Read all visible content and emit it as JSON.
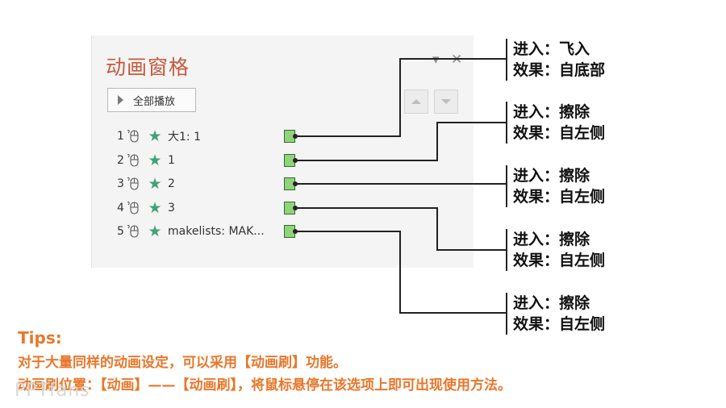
{
  "pane": {
    "title": "动画窗格",
    "dropdown_glyph": "▾",
    "close_glyph": "✕",
    "play_all_label": "全部播放",
    "items": [
      {
        "num": "1",
        "text": "大1: 1"
      },
      {
        "num": "2",
        "text": "1"
      },
      {
        "num": "3",
        "text": "2"
      },
      {
        "num": "4",
        "text": "3"
      },
      {
        "num": "5",
        "text": "makelists: MAK..."
      }
    ]
  },
  "callouts": [
    {
      "entry": "进入：飞入",
      "effect": "效果：自底部"
    },
    {
      "entry": "进入：擦除",
      "effect": "效果：自左侧"
    },
    {
      "entry": "进入：擦除",
      "effect": "效果：自左侧"
    },
    {
      "entry": "进入：擦除",
      "effect": "效果：自左侧"
    },
    {
      "entry": "进入：擦除",
      "effect": "效果：自左侧"
    }
  ],
  "tips": {
    "heading": "Tips:",
    "line1": "对于大量同样的动画设定，可以采用【动画刷】功能。",
    "line2": "动画刷位置：【动画】——【动画刷】，将鼠标悬停在该选项上即可出现使用方法。"
  },
  "watermark": "PPTfans",
  "colors": {
    "title": "#c55a3c",
    "star": "#41a277",
    "marker_fill": "#92d27a",
    "tips": "#e9772b"
  }
}
